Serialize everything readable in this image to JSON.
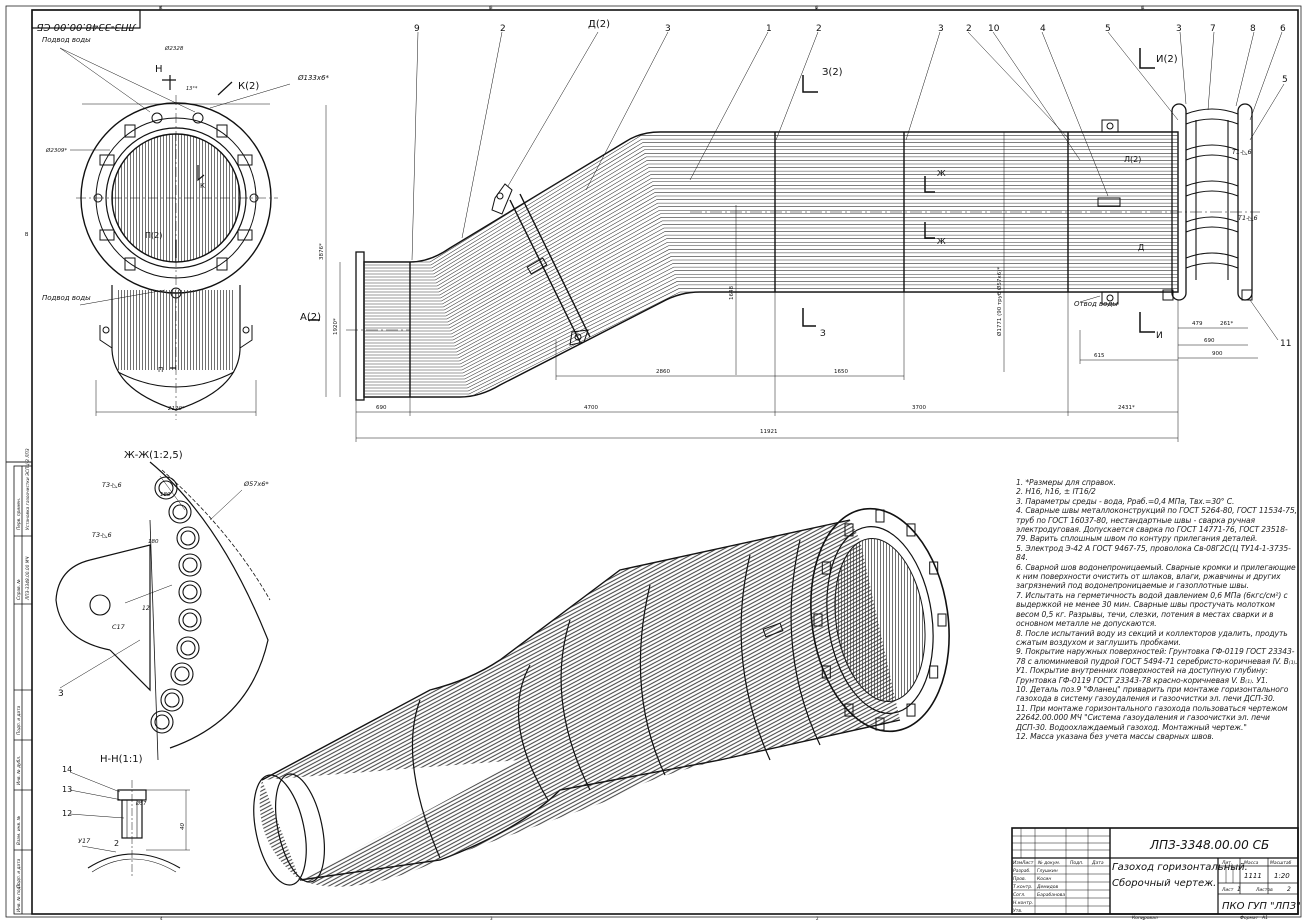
{
  "drawing_number": "ЛПЗ-3348.00.00 СБ",
  "corner_stamp": "ЛПЗ-3348.00.00 СБ",
  "title_block": {
    "name_line1": "Газоход горизонтальный.",
    "name_line2": "Сборочный чертеж.",
    "mass": "1111",
    "scale": "1:20",
    "sheet_label": "Лист",
    "sheets_label": "Листов",
    "sheets": "2",
    "sheet": "1",
    "org": "ПКО ГУП \"ЛПЗ\"",
    "col_lit": "Лит.",
    "col_mass": "Масса",
    "col_scale": "Масштаб",
    "copied": "Копировал",
    "format": "Формат",
    "format_val": "А1",
    "rows": [
      {
        "role": "Разраб.",
        "name": "Глушкин"
      },
      {
        "role": "Пров.",
        "name": "Косин"
      },
      {
        "role": "Т.контр.",
        "name": "Демидов"
      },
      {
        "role": "Согл.",
        "name": "Барабанова"
      },
      {
        "role": "Н.контр.",
        "name": ""
      },
      {
        "role": "Утв.",
        "name": ""
      }
    ],
    "header_cols": [
      "Изм",
      "Лист",
      "№ докум.",
      "Подп.",
      "Дата"
    ]
  },
  "views": {
    "section_zh": "Ж-Ж(1:2,5)",
    "section_n": "Н-Н(1:1)",
    "view_a": "А(2)",
    "view_d": "Д(2)",
    "view_z": "З(2)",
    "view_i": "И(2)",
    "view_k": "К(2)",
    "view_l": "Л(2)",
    "view_p": "П(2)"
  },
  "labels": {
    "water_in_1": "Подвод воды",
    "water_in_2": "Подвод воды",
    "water_out": "Отвод воды",
    "pipe_spec": "Ø133х6*",
    "pipe_spec2": "Ø57х6*",
    "weld_t3_1": "Т3-◺6",
    "weld_t3_2": "Т3-◺6",
    "weld_t1_1": "Т1-◺6",
    "weld_t1_2": "Т1-◺6",
    "weld_u17": "У17",
    "weld_c17": "С17"
  },
  "dimensions": {
    "overall": "11921",
    "d690": "690",
    "d4700": "4700",
    "d3700": "3700",
    "d2431": "2431*",
    "d2860": "2860",
    "d1650": "1650",
    "d615": "615",
    "d479": "479",
    "d261": "261*",
    "d690b": "690",
    "d900": "900",
    "d1920": "1920*",
    "d3876": "3876*",
    "d1648": "1648",
    "d1800": "Ø1771 (90 труб Ø57х6)*",
    "d2328": "Ø2328",
    "d2309": "Ø2309*",
    "d2120": "2120*",
    "d180_1": "180",
    "d180_2": "180",
    "d12": "12",
    "d40": "40",
    "d57": "Ø57",
    "ang": "13°*"
  },
  "positions": [
    "9",
    "2",
    "Д(2)",
    "3",
    "1",
    "2",
    "3",
    "2",
    "10",
    "4",
    "5",
    "3",
    "7",
    "8",
    "6",
    "5",
    "11",
    "14",
    "13",
    "12",
    "2"
  ],
  "notes": [
    "1. *Размеры для справок.",
    "2. Н16, h16, ± IT16/2",
    "3. Параметры среды - вода, Рраб.=0,4 МПа, Твх.=30° С.",
    "4. Сварные швы металлоконструкций по ГОСТ 5264-80, ГОСТ 11534-75, труб по ГОСТ 16037-80, нестандартные швы - сварка ручная электродуговая. Допускается сварка по ГОСТ 14771-76, ГОСТ 23518-79. Варить сплошным швом по контуру прилегания деталей.",
    "5. Электрод Э-42 А ГОСТ 9467-75, проволока Св-08Г2С(Ц ТУ14-1-3735-84.",
    "6. Сварной шов водонепроницаемый. Сварные кромки и прилегающие к ним поверхности очистить от шлаков, влаги, ржавчины и других загрязнений под водонепроницаемые и газоплотные швы.",
    "7. Испытать на герметичность водой давлением 0,6 МПа (6кгс/см²) с выдержкой не менее 30 мин. Сварные швы простучать молотком весом 0,5 кг. Разрывы, течи, слезки, потения в местах сварки и в основном металле не допускаются.",
    "8. После испытаний воду из секций и коллекторов удалить, продуть сжатым воздухом и заглушить пробками.",
    "9. Покрытие наружных поверхностей: Грунтовка ГФ-0119 ГОСТ 23343-78 с алюминиевой пудрой ГОСТ 5494-71 серебристо-коричневая IV. В₍₁₎. У1. Покрытие внутренних поверхностей на доступную глубину: Грунтовка ГФ-0119 ГОСТ 23343-78 красно-коричневая V. В₍₁₎. У1.",
    "10. Деталь поз.9 \"Фланец\" приварить при монтаже горизонтального газохода в систему газоудаления и газоочистки эл. печи ДСП-30.",
    "11. При монтаже горизонтального газохода пользоваться чертежом 22642.00.000 МЧ \"Система газоудаления и газоочистки эл. печи ДСП-30. Водоохлаждаемый газоход. Монтажный чертеж.\"",
    "12. Масса указана без учета массы сварных швов."
  ],
  "frame": {
    "zones_top": [
      "4",
      "3",
      "2",
      "1"
    ],
    "zones_left": [
      "В"
    ],
    "side_labels": [
      "Инв. № подл.",
      "Подп. и дата",
      "Взам. инв. №",
      "Инв. № дубл.",
      "Подп. и дата",
      "Справ. №",
      "Перв. примен."
    ],
    "side_codes": [
      "ЛПЗ-3348.00.00 МЧ",
      "Установка газоочистки ЭСПЦ-3 ЛПЗ"
    ]
  }
}
